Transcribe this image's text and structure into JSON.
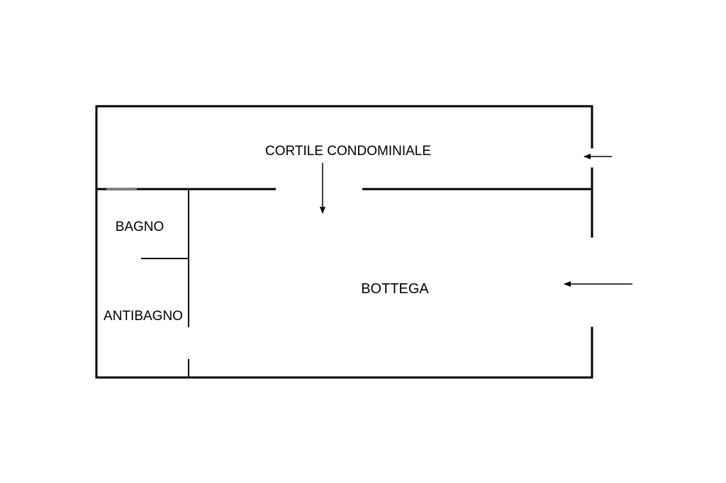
{
  "floorplan": {
    "rooms": {
      "courtyard": "CORTILE CONDOMINIALE",
      "shop": "BOTTEGA",
      "bathroom": "BAGNO",
      "antibathroom": "ANTIBAGNO"
    },
    "line_color": "#000000",
    "background_color": "#ffffff"
  }
}
